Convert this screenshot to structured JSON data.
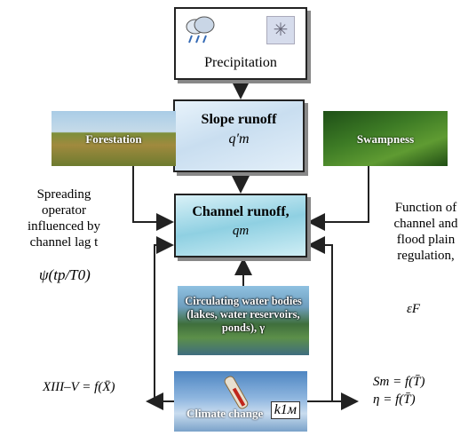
{
  "precipitation": {
    "label": "Precipitation",
    "icons": [
      "cloud-rain-icon",
      "snowflake-icon"
    ]
  },
  "slope_runoff": {
    "title": "Slope runoff",
    "symbol": "q′m"
  },
  "channel_runoff": {
    "title": "Channel runoff,",
    "symbol": "qm"
  },
  "forestation": {
    "label": "Forestation"
  },
  "swampness": {
    "label": "Swampness"
  },
  "circulating": {
    "label": "Circulating water bodies (lakes, water reservoirs, ponds), γ"
  },
  "climate": {
    "label": "Climate change",
    "symbol": "k1м"
  },
  "spreading_text": {
    "line1": "Spreading",
    "line2": "operator",
    "line3": "influenced by",
    "line4": "channel lag t",
    "psi": "ψ(tp/T0)"
  },
  "regulation_text": {
    "line1": "Function of",
    "line2": "channel and",
    "line3": "flood plain",
    "line4": "regulation,",
    "eps": "εF"
  },
  "left_formula": "XIII–V = f(X̄)",
  "right_formula": {
    "line1": "Sm = f(T̄)",
    "line2": "η = f(T̄)"
  }
}
